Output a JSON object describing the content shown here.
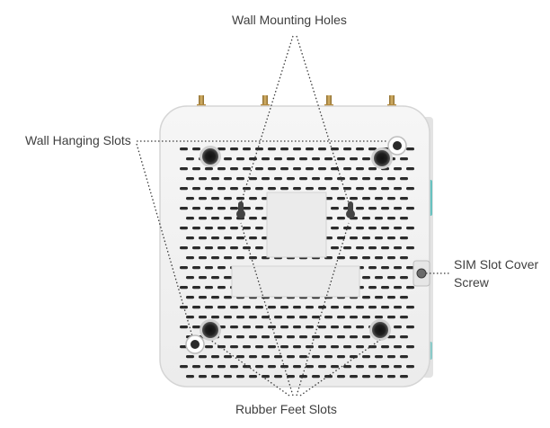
{
  "labels": {
    "wall_mounting_holes": "Wall Mounting Holes",
    "wall_hanging_slots": "Wall Hanging Slots",
    "sim_slot_cover": "SIM Slot Cover",
    "sim_slot_cover_screw": "Screw",
    "rubber_feet_slots": "Rubber Feet Slots"
  },
  "colors": {
    "device_body": "#f1f1f1",
    "device_edge": "#d9d9d9",
    "vents": "#2b2b2b",
    "antenna": "#b58a3c",
    "leader_line": "#3a3a3a",
    "accent_side": "#33b3b0"
  },
  "device": {
    "antenna_count": 4,
    "rubber_feet_count": 4,
    "wall_mounting_hole_count": 2
  }
}
